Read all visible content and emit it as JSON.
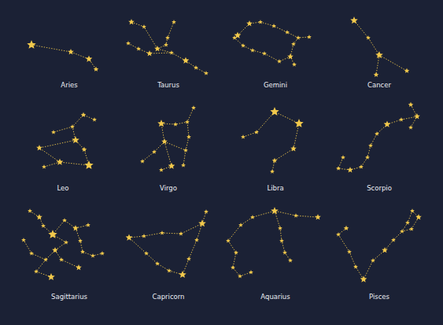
{
  "diagram": {
    "labels": [
      "Aries",
      "Taurus",
      "Gemini",
      "Cancer",
      "Leo",
      "Virgo",
      "Libra",
      "Scorpio",
      "Sagittarius",
      "Capricorn",
      "Aquarius",
      "Pisces"
    ]
  }
}
